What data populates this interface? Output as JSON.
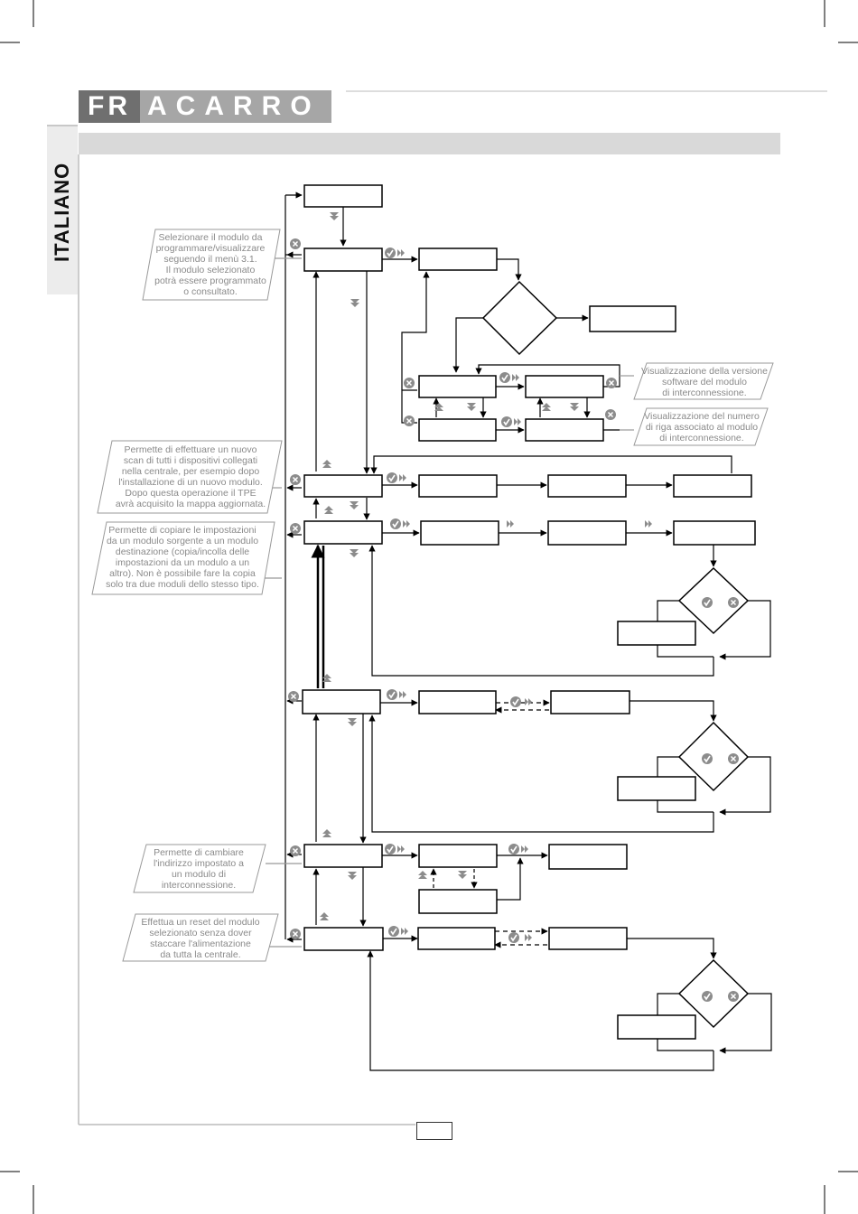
{
  "header": {
    "logo_left": "FR",
    "logo_right": "ACARRO",
    "side_label": "ITALIANO"
  },
  "notes": {
    "select_module": "Selezionare il modulo da\nprogrammare/visualizzare\nseguendo il menù 3.1.\nIl modulo selezionato\npotrà essere programmato\no consultato.",
    "version": "Visualizzazione della versione\nsoftware del modulo\ndi interconnessione.",
    "row_number": "Visualizzazione del numero\ndi riga associato al modulo\ndi interconnessione.",
    "scan": "Permette di effettuare un nuovo\nscan di tutti i dispositivi collegati\nnella centrale, per esempio dopo\nl'installazione di un nuovo modulo.\nDopo questa operazione il TPE\navrà acquisito la mappa aggiornata.",
    "copy": "Permette di copiare le impostazioni\nda un modulo sorgente a un modulo\ndestinazione (copia/incolla delle\nimpostazioni da un modulo a un\naltro). Non è possibile fare la copia\nsolo tra due moduli dello stesso tipo.",
    "address": "Permette di cambiare\nl'indirizzo impostato a\nun modulo di\ninterconnessione.",
    "reset": "Effettua un reset del modulo\nselezionato senza dover\nstaccare l'alimentazione\nda tutta la centrale."
  },
  "colors": {
    "line": "#000000",
    "icon_gray": "#8c8c8c",
    "note_text": "#8a8a8a",
    "header_bar": "#d9d9d9"
  }
}
